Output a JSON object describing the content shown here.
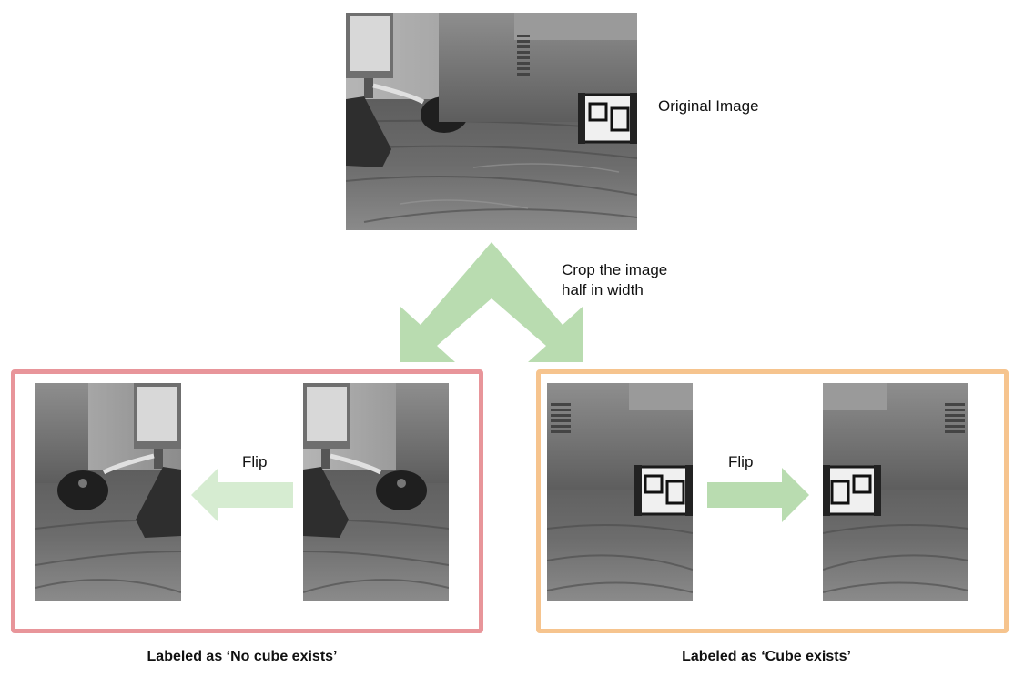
{
  "original": {
    "label": "Original Image"
  },
  "crop_step": {
    "line1": "Crop the image",
    "line2": "half in width"
  },
  "left_panel": {
    "flip_label": "Flip",
    "caption": "Labeled as ‘No cube exists’",
    "frame_color": "#e8959a"
  },
  "right_panel": {
    "flip_label": "Flip",
    "caption": "Labeled as ‘Cube exists’",
    "frame_color": "#f6c48e"
  },
  "colors": {
    "arrow": "#b9dcb0",
    "arrow_light": "#d6ecd1"
  }
}
